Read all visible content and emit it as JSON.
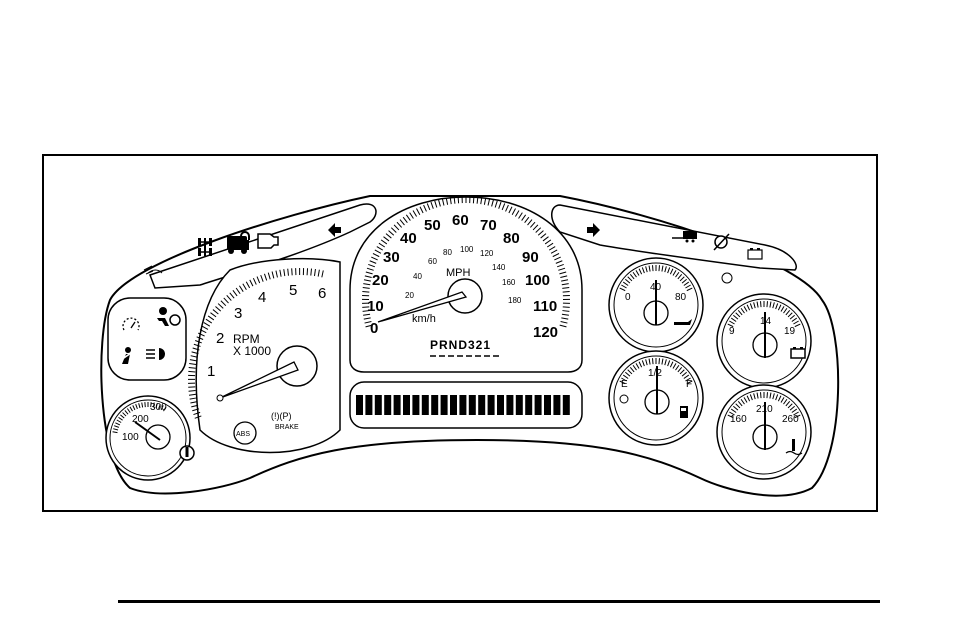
{
  "speedometer": {
    "unit_primary": "MPH",
    "unit_secondary": "km/h",
    "mph_labels": [
      "0",
      "10",
      "20",
      "30",
      "40",
      "50",
      "60",
      "70",
      "80",
      "90",
      "100",
      "110",
      "120"
    ],
    "kmh_labels": [
      "20",
      "40",
      "60",
      "80",
      "100",
      "120",
      "140",
      "160",
      "180"
    ],
    "gear_indicator": "PRND321"
  },
  "tachometer": {
    "labels": [
      "1",
      "2",
      "3",
      "4",
      "5",
      "6"
    ],
    "unit_line1": "RPM",
    "unit_line2": "X 1000",
    "abs_label": "ABS",
    "brake_label": "BRAKE",
    "brake_symbol": "(!)(P)"
  },
  "voltmeter": {
    "labels": [
      "9",
      "14",
      "19"
    ]
  },
  "oil_pressure": {
    "labels": [
      "0",
      "40",
      "80"
    ]
  },
  "fuel": {
    "labels": [
      "E",
      "1/2",
      "F"
    ]
  },
  "coolant_temp": {
    "labels": [
      "160",
      "210",
      "260"
    ]
  },
  "trans_temp": {
    "labels": [
      "100",
      "200",
      "300"
    ]
  },
  "odometer_segments": 23,
  "icons": [
    "headlamp-icon",
    "4wd-icon",
    "security-lock-icon",
    "check-engine-icon",
    "left-turn-icon",
    "right-turn-icon",
    "tow-haul-icon",
    "traction-off-icon",
    "battery-icon",
    "airbag-icon",
    "cruise-icon",
    "seatbelt-icon",
    "high-beam-icon",
    "brake-icon",
    "abs-icon",
    "oil-icon",
    "fuel-pump-icon",
    "coolant-icon",
    "trans-temp-icon"
  ]
}
